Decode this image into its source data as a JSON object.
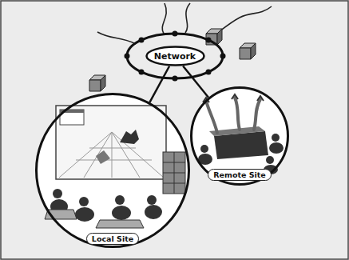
{
  "diagram": {
    "nodes": [
      {
        "text": [
          "Network"
        ]
      },
      {
        "text": [
          "Local Site"
        ]
      },
      {
        "text": [
          "Remote Site"
        ]
      }
    ],
    "edges": [
      {
        "from": 0,
        "to": 1,
        "arrow": "none"
      },
      {
        "from": 0,
        "to": 2,
        "arrow": "none"
      }
    ]
  }
}
